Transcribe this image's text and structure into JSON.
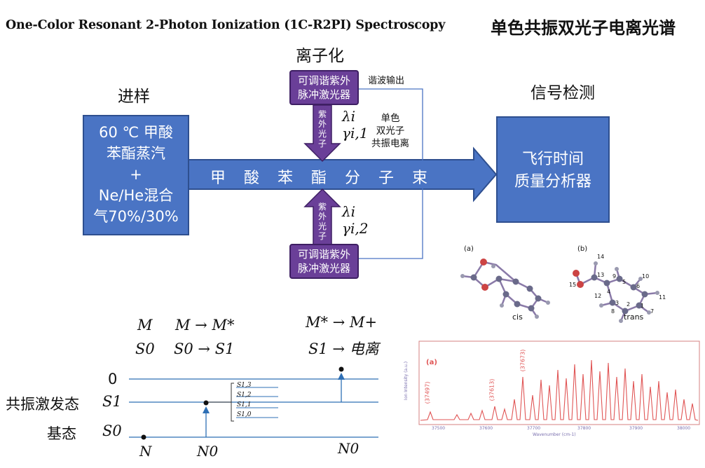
{
  "titles": {
    "english": "One-Color Resonant 2-Photon Ionization (1C-R2PI) Spectroscopy",
    "chinese": "单色共振双光子电离光谱"
  },
  "stages": {
    "sample": "进样",
    "ionization": "离子化",
    "detection": "信号检测"
  },
  "sample_box": {
    "line1": "60 ℃ 甲酸",
    "line2": "苯酯蒸汽",
    "line3": "+",
    "line4": "Ne/He混合",
    "line5": "气70%/30%"
  },
  "beam_label": "甲酸苯酯分子束",
  "tof_box": {
    "line1": "飞行时间",
    "line2": "质量分析器"
  },
  "laser": {
    "line1": "可调谐紫外",
    "line2": "脉冲激光器"
  },
  "harmonic_output": "谐波输出",
  "uv_light": [
    "紫",
    "外",
    "光",
    "子"
  ],
  "photon1": {
    "lambda": "λi",
    "gamma": "γi,1"
  },
  "photon2": {
    "lambda": "λi",
    "gamma": "γi,2"
  },
  "process_note": {
    "line1": "单色",
    "line2": "双光子",
    "line3": "共振电离"
  },
  "energy_diagram": {
    "col1_top": "M",
    "col1_bottom": "S0",
    "col2_top": "M → M*",
    "col2_bottom": "S0 → S1",
    "col3_top": "M* → M+",
    "col3_bottom": "S1 → 电离",
    "level_zero": "0",
    "level_s1_name": "共振激发态",
    "level_s1_sym": "S1",
    "level_s0_name": "基态",
    "level_s0_sym": "S0",
    "sublevels": [
      "S1,3",
      "S1,2",
      "S1,1",
      "S1,0"
    ],
    "pop_N": "N",
    "pop_N0a": "N0",
    "pop_N0b": "N0"
  },
  "structures": {
    "label_a": "(a)",
    "label_b": "(b)",
    "cis": "cis",
    "trans": "trans",
    "atom_numbers": [
      "14",
      "15",
      "13",
      "12",
      "9",
      "10",
      "6",
      "5",
      "4",
      "3",
      "2",
      "1",
      "8",
      "7",
      "11"
    ]
  },
  "spectrum": {
    "panel_label": "(a)",
    "ylabel": "Ion Intensity (a.u.)",
    "xlabel": "Wavenumber (cm-1)",
    "peak_labels": [
      "(37497)",
      "(37613)",
      "(37673)"
    ],
    "ticks": [
      "37500",
      "37600",
      "37700",
      "37800",
      "37900",
      "38000"
    ]
  },
  "colors": {
    "box_blue": "#4a74c4",
    "laser_purple": "#6a3f98",
    "spectrum_red": "#e05555",
    "line_blue": "#2e6fb5"
  }
}
